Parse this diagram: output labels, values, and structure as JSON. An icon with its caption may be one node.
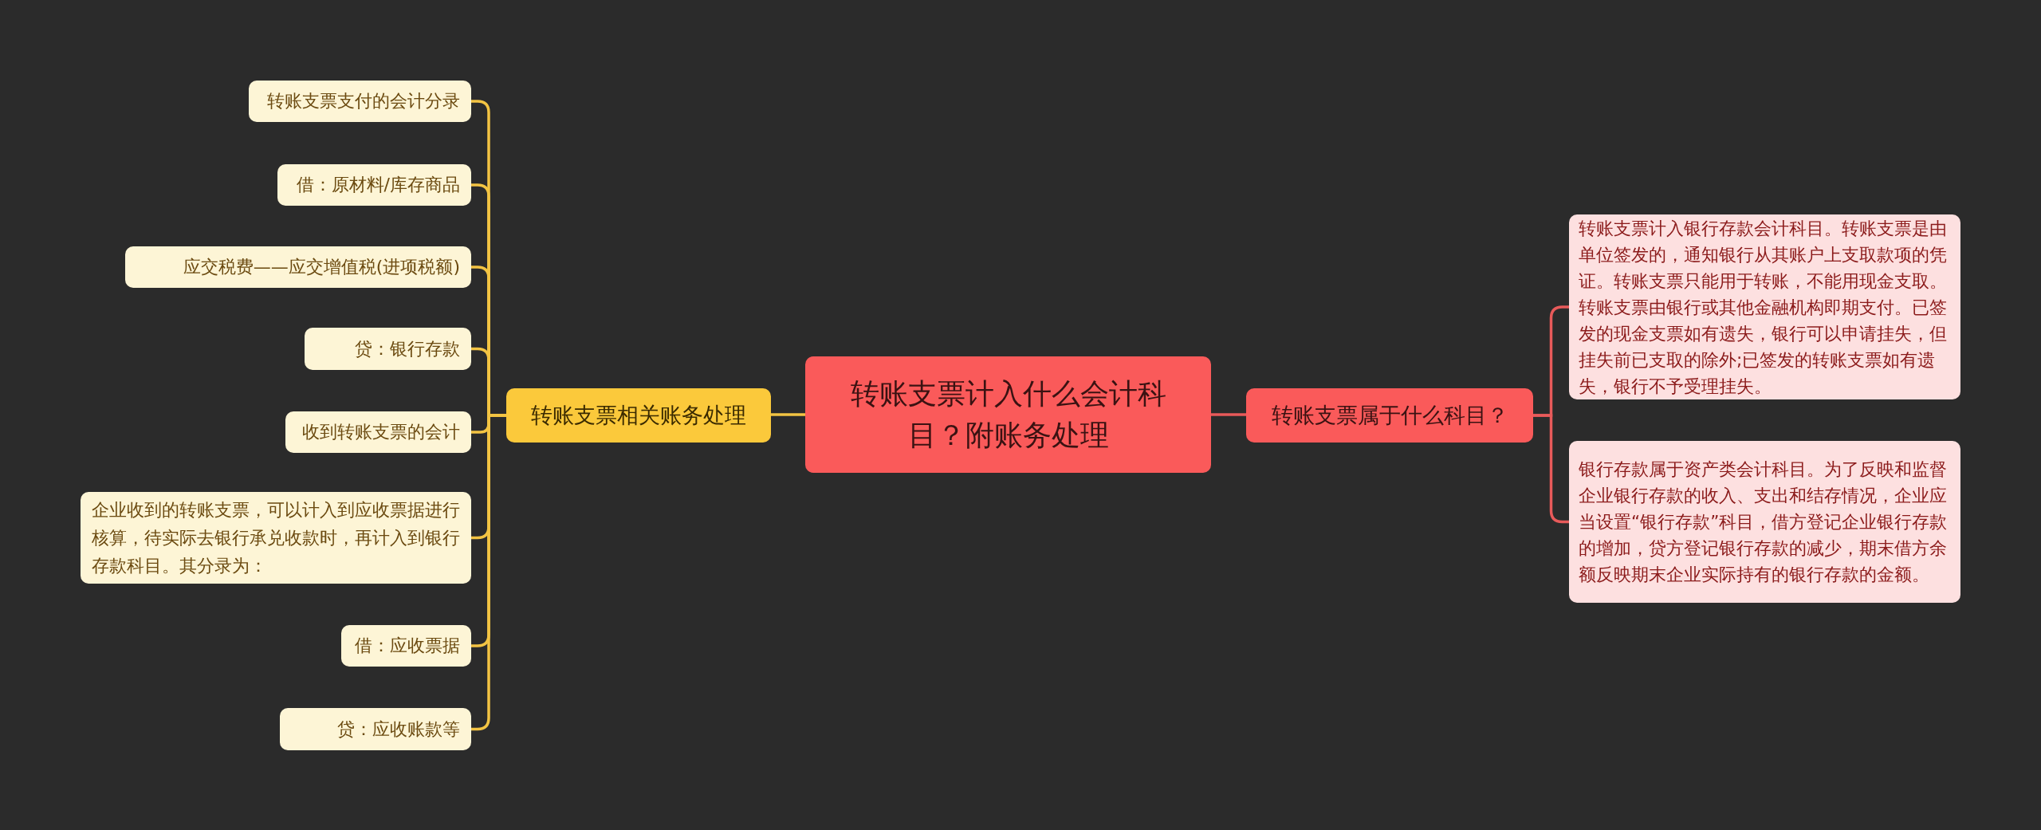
{
  "diagram": {
    "nodes": [
      {
        "text": [
          "转账支票计入什么会计科目？附账务处理"
        ]
      },
      {
        "text": [
          "转账支票相关账务处理"
        ]
      },
      {
        "text": [
          "转账支票支付的会计分录"
        ]
      },
      {
        "text": [
          "借：原材料/库存商品"
        ]
      },
      {
        "text": [
          "应交税费——应交增值税(进项税额)"
        ]
      },
      {
        "text": [
          "贷：银行存款"
        ]
      },
      {
        "text": [
          "收到转账支票的会计"
        ]
      },
      {
        "text": [
          "企业收到的转账支票，可以计入到应收票据进行核算，待实际去银行承兑收款时，再计入到银行存款科目。其分录为："
        ]
      },
      {
        "text": [
          "借：应收票据"
        ]
      },
      {
        "text": [
          "贷：应收账款等"
        ]
      },
      {
        "text": [
          "转账支票属于什么科目？"
        ]
      },
      {
        "text": [
          "转账支票计入银行存款会计科目。转账支票是由单位签发的，通知银行从其账户上支取款项的凭证。转账支票只能用于转账，不能用现金支取。转账支票由银行或其他金融机构即期支付。已签发的现金支票如有遗失，银行可以申请挂失，但挂失前已支取的除外;已签发的转账支票如有遗失，银行不予受理挂失。"
        ]
      },
      {
        "text": [
          "银行存款属于资产类会计科目。为了反映和监督企业银行存款的收入、支出和结存情况，企业应当设置“银行存款”科目，借方登记企业银行存款的增加，贷方登记银行存款的减少，期末借方余额反映期末企业实际持有的银行存款的金额。"
        ]
      }
    ],
    "edges": [
      {
        "from": 0,
        "to": 1,
        "arrow": "none"
      },
      {
        "from": 1,
        "to": 2,
        "arrow": "none"
      },
      {
        "from": 1,
        "to": 3,
        "arrow": "none"
      },
      {
        "from": 1,
        "to": 4,
        "arrow": "none"
      },
      {
        "from": 1,
        "to": 5,
        "arrow": "none"
      },
      {
        "from": 1,
        "to": 6,
        "arrow": "none"
      },
      {
        "from": 1,
        "to": 7,
        "arrow": "none"
      },
      {
        "from": 1,
        "to": 8,
        "arrow": "none"
      },
      {
        "from": 1,
        "to": 9,
        "arrow": "none"
      },
      {
        "from": 0,
        "to": 10,
        "arrow": "none",
        "color": "#e85a5a"
      },
      {
        "from": 10,
        "to": 11,
        "arrow": "none",
        "color": "#e85a5a"
      },
      {
        "from": 10,
        "to": 12,
        "arrow": "none",
        "color": "#e85a5a"
      }
    ]
  }
}
